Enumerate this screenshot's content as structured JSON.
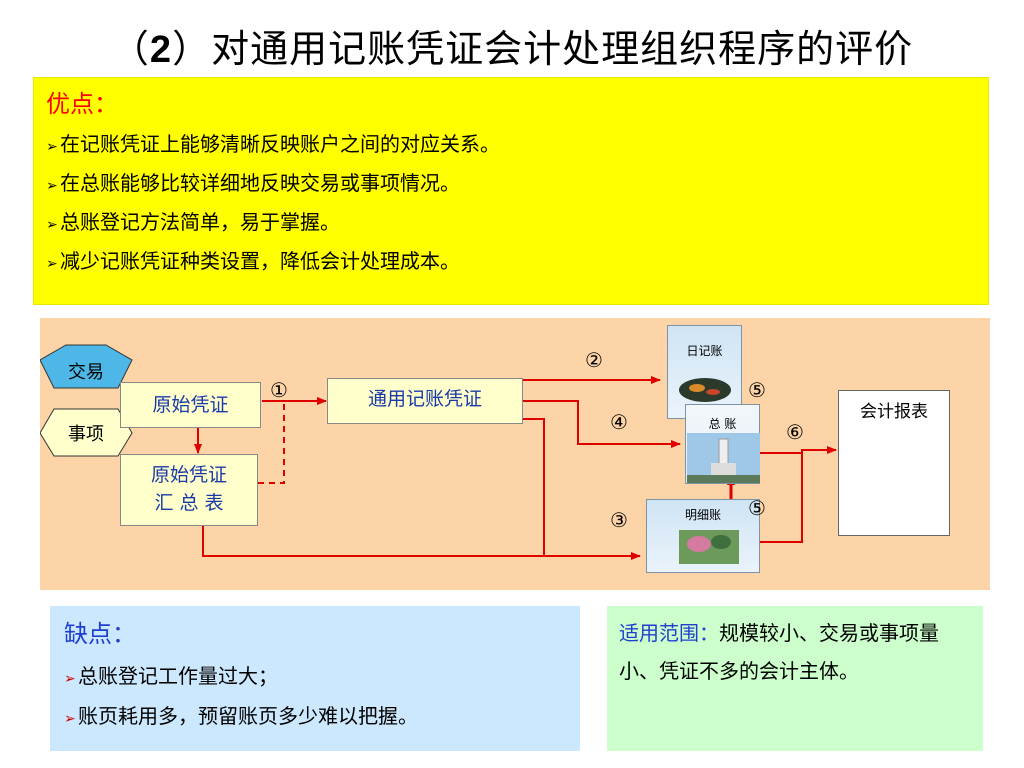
{
  "title": {
    "prefix": "（",
    "num": "2",
    "suffix": "）对通用记账凭证会计处理组织程序的评价"
  },
  "advantages": {
    "heading": "优点：",
    "items": [
      "在记账凭证上能够清晰反映账户之间的对应关系。",
      "在总账能够比较详细地反映交易或事项情况。",
      "总账登记方法简单，易于掌握。",
      "减少记账凭证种类设置，降低会计处理成本。"
    ],
    "bullet": "➢"
  },
  "flow": {
    "trade": "交易",
    "event": "事项",
    "original_voucher": "原始凭证",
    "summary_line1": "原始凭证",
    "summary_line2": "汇  总  表",
    "general_voucher": "通用记账凭证",
    "report": "会计报表",
    "journal": "日记账",
    "ledger": "总  账",
    "subledger": "明细账",
    "steps": {
      "s1": "①",
      "s2": "②",
      "s3": "③",
      "s4": "④",
      "s5a": "⑤",
      "s5b": "⑤",
      "s6": "⑥"
    }
  },
  "disadvantages": {
    "heading": "缺点：",
    "items": [
      "总账登记工作量过大；",
      "账页耗用多，预留账页多少难以把握。"
    ],
    "bullet": "➢"
  },
  "scope": {
    "label": "适用范围：",
    "text": "规模较小、交易或事项量小、凭证不多的会计主体。"
  },
  "colors": {
    "arrow": "#e00000",
    "box_text": "#1a3aa8",
    "heading_red": "#ff0000",
    "heading_blue": "#1f3fd0"
  }
}
